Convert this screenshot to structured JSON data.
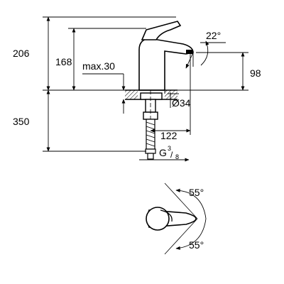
{
  "dimensions": {
    "total_height": "206",
    "spout_height": "168",
    "max_deck": "max.30",
    "spout_angle": "22°",
    "outlet_height": "98",
    "hole_diameter": "Ø34",
    "under_deck": "350",
    "reach": "122",
    "connection": "G",
    "connection_num": "3",
    "connection_den": "8",
    "swivel_top": "55°",
    "swivel_bottom": "55°"
  }
}
